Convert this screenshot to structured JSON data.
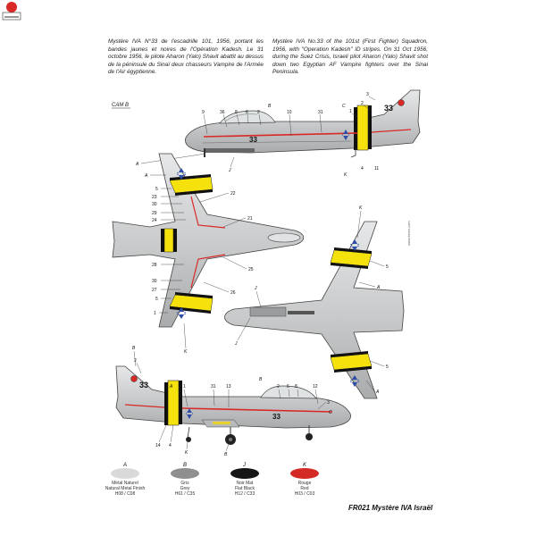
{
  "text": {
    "fr": "Mystère IVA N°33 de l'escadrille 101, 1956, portant les bandes jaunes et noires de l'Opération Kadesh. Le 31 octobre 1956, le pilote Aharon (Yalo) Shavit abattit au dessus de la péninsule du Sinaï deux chasseurs Vampire de l'Armée de l'Air égyptienne.",
    "en": "Mystère IVA No.33 of the 101st (First Fighter) Squadron, 1956, with \"Operation Kadesh\" ID stripes. On 31 Oct 1956, during the Suez Crisis, Israeli pilot Aharon (Yalo) Shavit shot down two Egyptian AF Vampire fighters over the Sinai Peninsula.",
    "cam": "CAM B",
    "tail_number": "33",
    "title": "FR021  Mystère IVA  Israël",
    "web": "www.frrom.com"
  },
  "callouts": {
    "top_side": [
      "9",
      "36",
      "8",
      "6",
      "2",
      "B",
      "10",
      "31",
      "3",
      "2",
      "1",
      "C"
    ],
    "top_side_lower": [
      "J",
      "A",
      "K",
      "4",
      "11"
    ],
    "plan_left": [
      "A",
      "5",
      "23",
      "30",
      "29",
      "24",
      "22",
      "21",
      "28",
      "30",
      "27",
      "5",
      "1",
      "25",
      "26",
      "K"
    ],
    "plan_right": [
      "K",
      "5",
      "A",
      "J",
      "J",
      "5",
      "A"
    ],
    "bottom_side": [
      "B",
      "2",
      "A",
      "31",
      "13",
      "B",
      "2",
      "6",
      "8",
      "12",
      "3",
      "C",
      "14",
      "4",
      "K",
      "B"
    ]
  },
  "swatches": [
    {
      "letter": "A",
      "fr": "Métal Naturel",
      "en": "Natural Metal Finish",
      "code": "H08 / C08",
      "color": "#d9d9d9"
    },
    {
      "letter": "B",
      "fr": "Gris",
      "en": "Grey",
      "code": "H61 / C35",
      "color": "#8f8f8f"
    },
    {
      "letter": "J",
      "fr": "Noir Mat",
      "en": "Flat Black",
      "code": "H12 / C33",
      "color": "#151515"
    },
    {
      "letter": "K",
      "fr": "Rouge",
      "en": "Red",
      "code": "H03 / C03",
      "color": "#d42a25"
    }
  ],
  "colors": {
    "metal": "#c9cbcc",
    "yellow": "#f5e20d",
    "red": "#d92926",
    "blue": "#2f4ca8",
    "black": "#111111",
    "line": "#444444"
  }
}
